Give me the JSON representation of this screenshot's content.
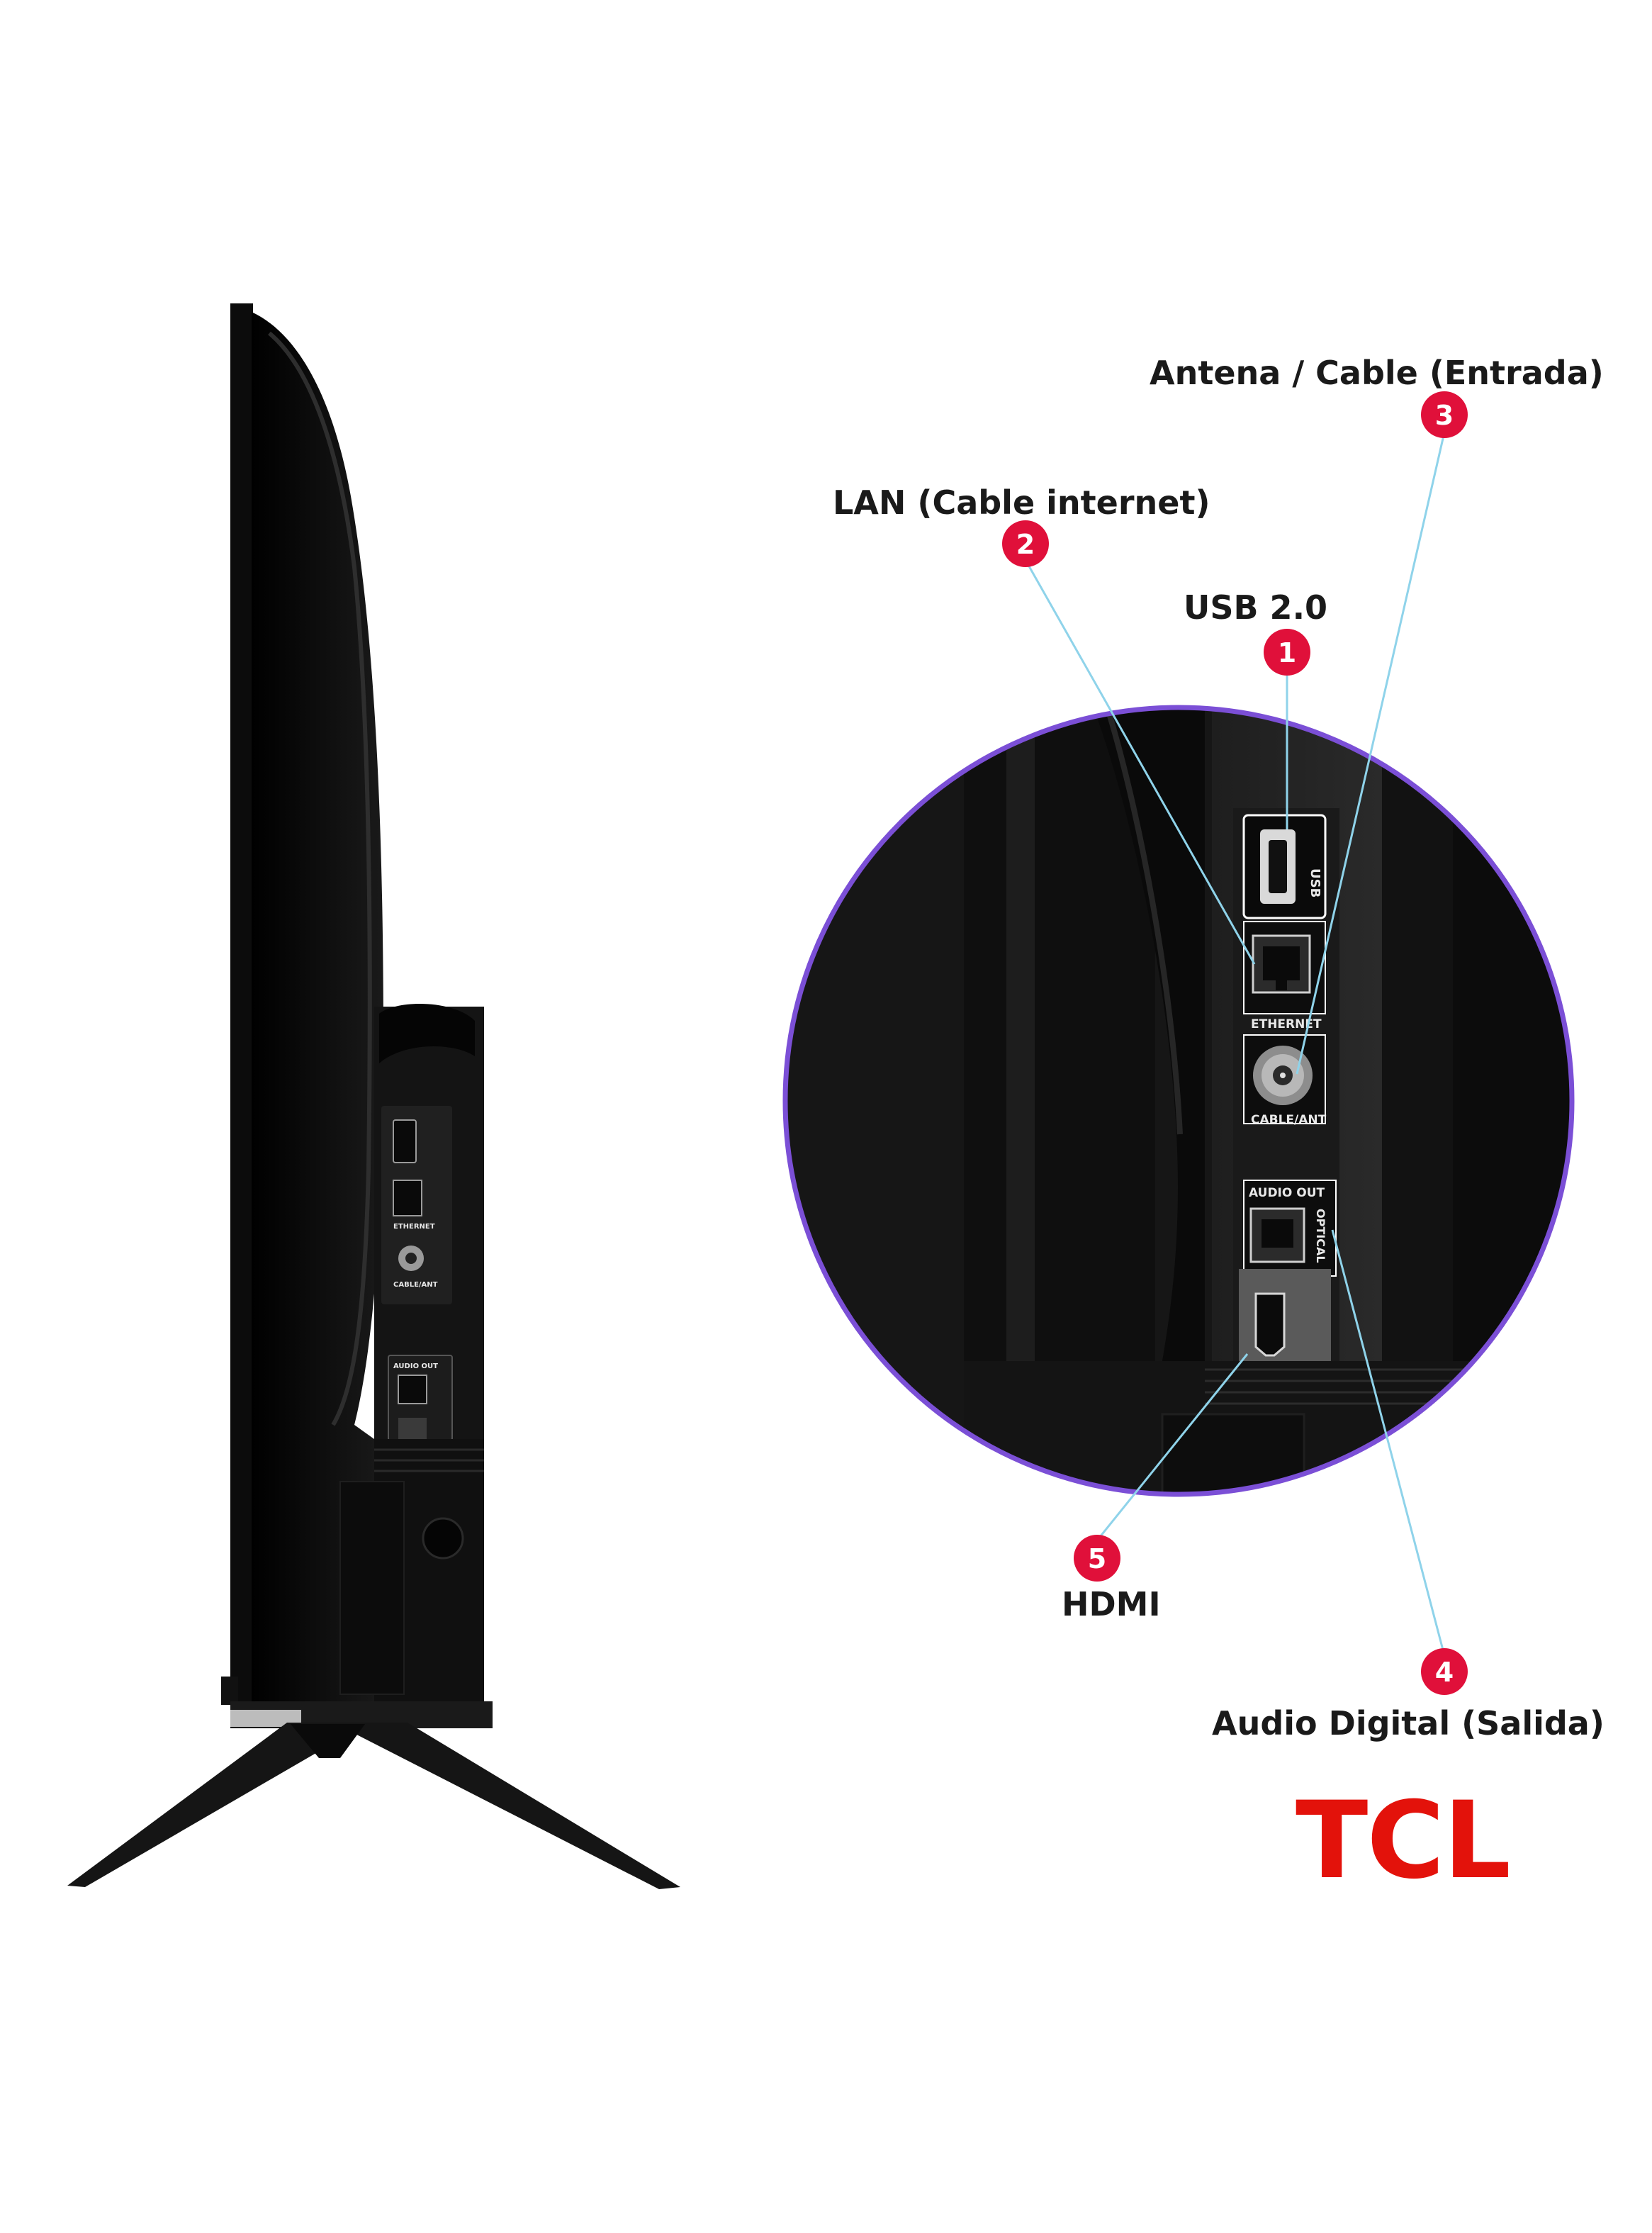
{
  "callouts": [
    {
      "number": "1",
      "label": "USB 2.0"
    },
    {
      "number": "2",
      "label": "LAN (Cable internet)"
    },
    {
      "number": "3",
      "label": "Antena / Cable (Entrada)"
    },
    {
      "number": "4",
      "label": "Audio Digital (Salida)"
    },
    {
      "number": "5",
      "label": "HDMI"
    }
  ],
  "port_panel": {
    "usb": "USB",
    "ethernet": "ETHERNET",
    "cable_ant": "CABLE/ANT",
    "audio_out": "AUDIO OUT",
    "optical": "OPTICAL"
  },
  "brand": {
    "logo_text": "TCL",
    "color": "#e3120b"
  },
  "colors": {
    "badge": "#e0103a",
    "leader_line": "#8fd3ea",
    "zoom_ring": "#7b4fd6",
    "tv_body": "#111111"
  }
}
